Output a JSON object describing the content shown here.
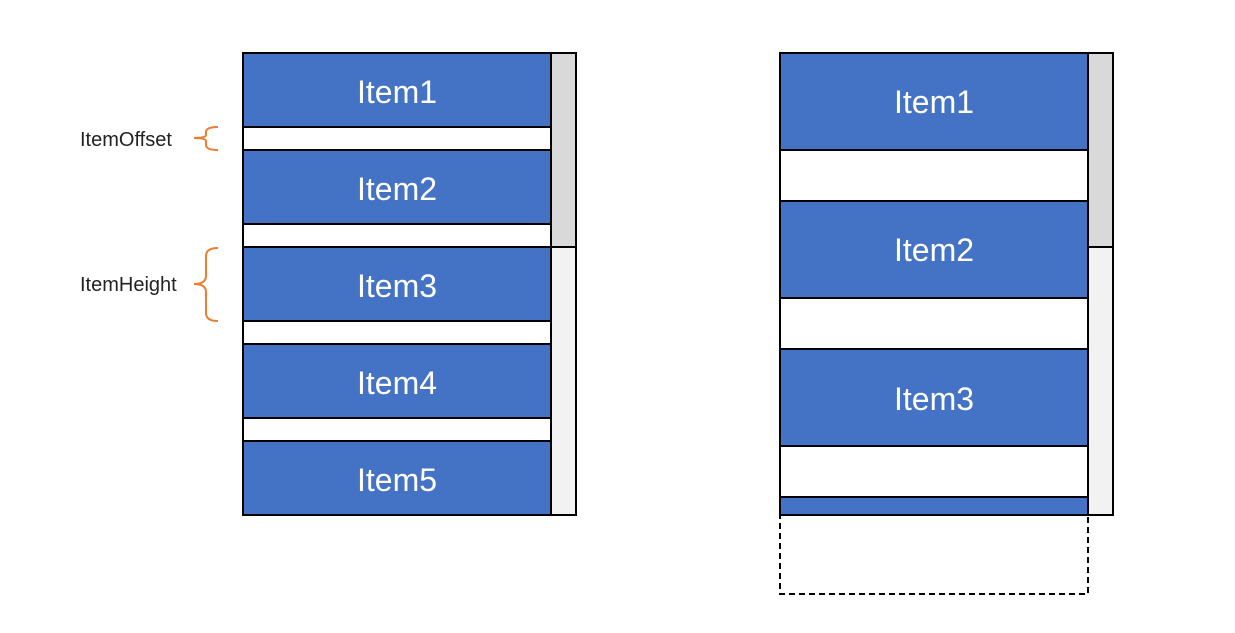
{
  "annotations": {
    "item_offset": "ItemOffset",
    "item_height": "ItemHeight"
  },
  "left_list": {
    "items": [
      "Item1",
      "Item2",
      "Item3",
      "Item4",
      "Item5"
    ]
  },
  "right_list": {
    "items": [
      "Item1",
      "Item2",
      "Item3"
    ]
  },
  "colors": {
    "item_fill": "#4472c4",
    "scroll_thumb": "#d9d9d9",
    "scroll_track": "#f2f2f2",
    "brace": "#ed7d31",
    "border": "#000000"
  }
}
